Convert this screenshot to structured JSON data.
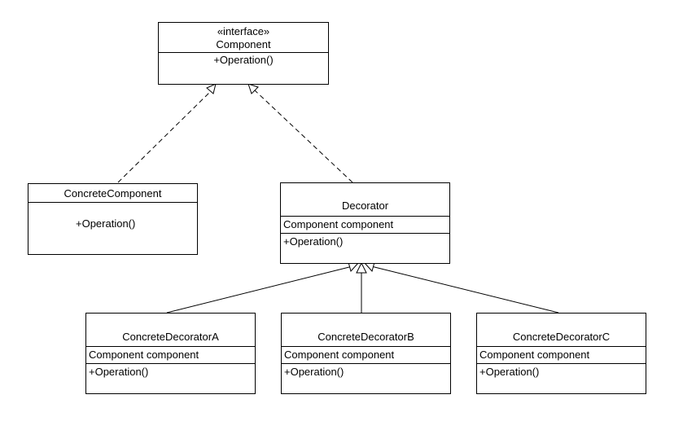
{
  "diagram": {
    "component": {
      "stereotype": "«interface»",
      "name": "Component",
      "operations": "+Operation()"
    },
    "concrete_component": {
      "name": "ConcreteComponent",
      "operations": "+Operation()"
    },
    "decorator": {
      "name": "Decorator",
      "attributes": "Component component",
      "operations": "+Operation()"
    },
    "concrete_decorator_a": {
      "name": "ConcreteDecoratorA",
      "attributes": "Component component",
      "operations": "+Operation()"
    },
    "concrete_decorator_b": {
      "name": "ConcreteDecoratorB",
      "attributes": "Component component",
      "operations": "+Operation()"
    },
    "concrete_decorator_c": {
      "name": "ConcreteDecoratorC",
      "attributes": "Component component",
      "operations": "+Operation()"
    },
    "relationships": [
      {
        "type": "realization",
        "from": "ConcreteComponent",
        "to": "Component"
      },
      {
        "type": "realization",
        "from": "Decorator",
        "to": "Component"
      },
      {
        "type": "generalization",
        "from": "ConcreteDecoratorA",
        "to": "Decorator"
      },
      {
        "type": "generalization",
        "from": "ConcreteDecoratorB",
        "to": "Decorator"
      },
      {
        "type": "generalization",
        "from": "ConcreteDecoratorC",
        "to": "Decorator"
      }
    ]
  }
}
